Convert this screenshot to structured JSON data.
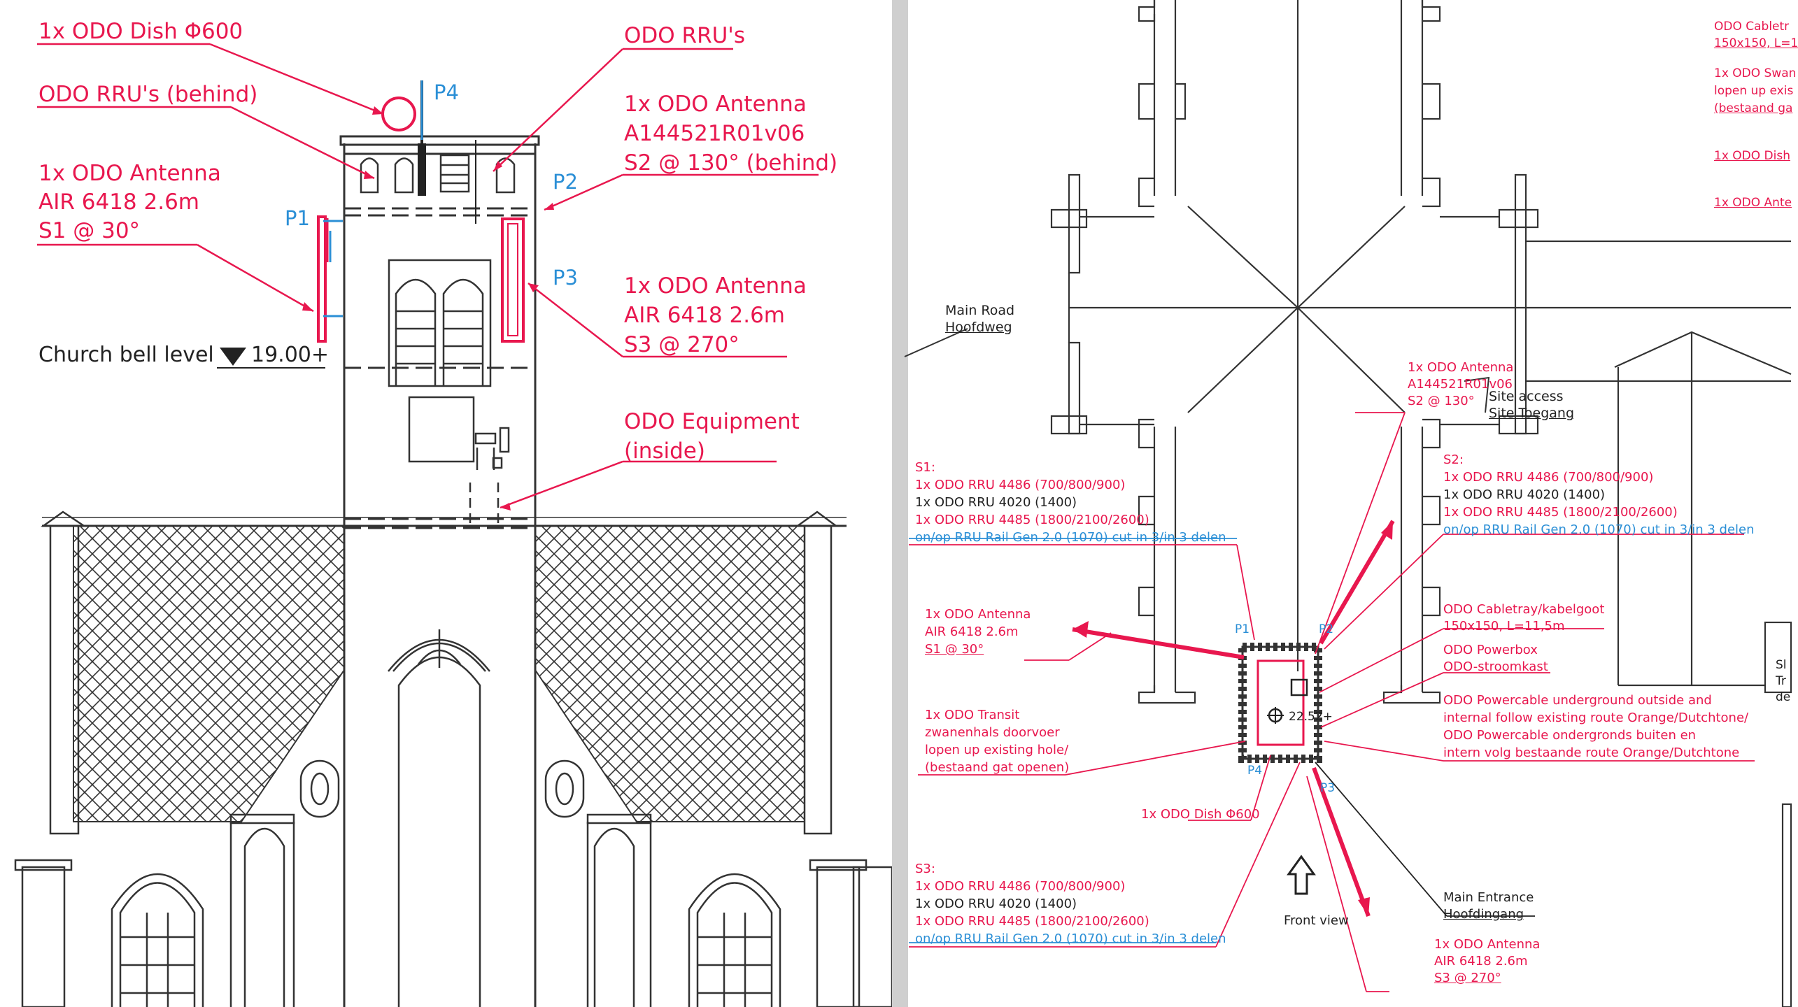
{
  "colors": {
    "red": "#e8174e",
    "blue": "#2b8fd6",
    "line": "#222222",
    "divider": "#cfcfcf"
  },
  "elevation": {
    "callouts": {
      "dish": "1x ODO Dish Φ600",
      "rru_behind": "ODO RRU's (behind)",
      "rru": "ODO RRU's",
      "ant_s1": [
        "1x ODO Antenna",
        "AIR 6418 2.6m",
        "S1 @ 30°"
      ],
      "ant_s2": [
        "1x ODO Antenna",
        "A144521R01v06",
        "S2 @ 130° (behind)"
      ],
      "ant_s3": [
        "1x ODO Antenna",
        "AIR 6418 2.6m",
        "S3 @ 270°"
      ],
      "equipment": [
        "ODO Equipment",
        "(inside)"
      ]
    },
    "positions": {
      "p1": "P1",
      "p2": "P2",
      "p3": "P3",
      "p4": "P4"
    },
    "bell_level_label": "Church bell level",
    "bell_level_value": "19.00+"
  },
  "plan": {
    "main_road": [
      "Main Road",
      "Hoofdweg"
    ],
    "site_access": [
      "Site access",
      "Site Toegang"
    ],
    "s2_antenna": [
      "1x ODO Antenna",
      "A144521R01v06",
      "S2 @ 130°"
    ],
    "s1_list": {
      "head": "S1:",
      "lines": [
        "1x ODO RRU 4486 (700/800/900)",
        "1x ODO RRU 4020 (1400)",
        "1x ODO RRU 4485 (1800/2100/2600)"
      ],
      "rail": "on/op RRU Rail Gen 2.0 (1070) cut in 3/in 3 delen"
    },
    "s2_list": {
      "head": "S2:",
      "lines": [
        "1x ODO RRU 4486 (700/800/900)",
        "1x ODO RRU 4020 (1400)",
        "1x ODO RRU 4485 (1800/2100/2600)"
      ],
      "rail": "on/op RRU Rail Gen 2.0 (1070) cut in 3/in 3 delen"
    },
    "s3_list": {
      "head": "S3:",
      "lines": [
        "1x ODO RRU 4486 (700/800/900)",
        "1x ODO RRU 4020 (1400)",
        "1x ODO RRU 4485 (1800/2100/2600)"
      ],
      "rail": "on/op RRU Rail Gen 2.0 (1070) cut in 3/in 3 delen"
    },
    "s1_antenna": [
      "1x ODO Antenna",
      "AIR 6418 2.6m",
      "S1 @ 30°"
    ],
    "s3_antenna": [
      "1x ODO Antenna",
      "AIR 6418 2.6m",
      "S3 @ 270°"
    ],
    "transit": [
      "1x ODO Transit",
      "zwanenhals doorvoer",
      "lopen up existing hole/",
      "(bestaand gat openen)"
    ],
    "dish": "1x ODO Dish Φ600",
    "cabletray": [
      "ODO Cabletray/kabelgoot",
      "150x150, L=11,5m"
    ],
    "powerbox": [
      "ODO Powerbox",
      "ODO-stroomkast"
    ],
    "powercable": [
      "ODO Powercable underground outside and",
      "internal follow existing route Orange/Dutchtone/",
      "ODO Powercable ondergronds buiten en",
      "intern volg bestaande route Orange/Dutchtone"
    ],
    "positions": {
      "p1": "P1",
      "p2": "P2",
      "p3": "P3",
      "p4": "P4"
    },
    "level": "22.52+",
    "main_entrance": [
      "Main Entrance",
      "Hoofdingang"
    ],
    "front_view": "Front view",
    "top_right": {
      "cabletray": [
        "ODO Cabletr",
        "150x150, L=1"
      ],
      "swan": [
        "1x ODO Swan",
        "lopen up exis",
        "(bestaand ga"
      ],
      "dish": "1x ODO Dish",
      "antenna": "1x ODO Ante"
    },
    "right_edge": [
      "Sl",
      "Tr",
      "de"
    ]
  }
}
